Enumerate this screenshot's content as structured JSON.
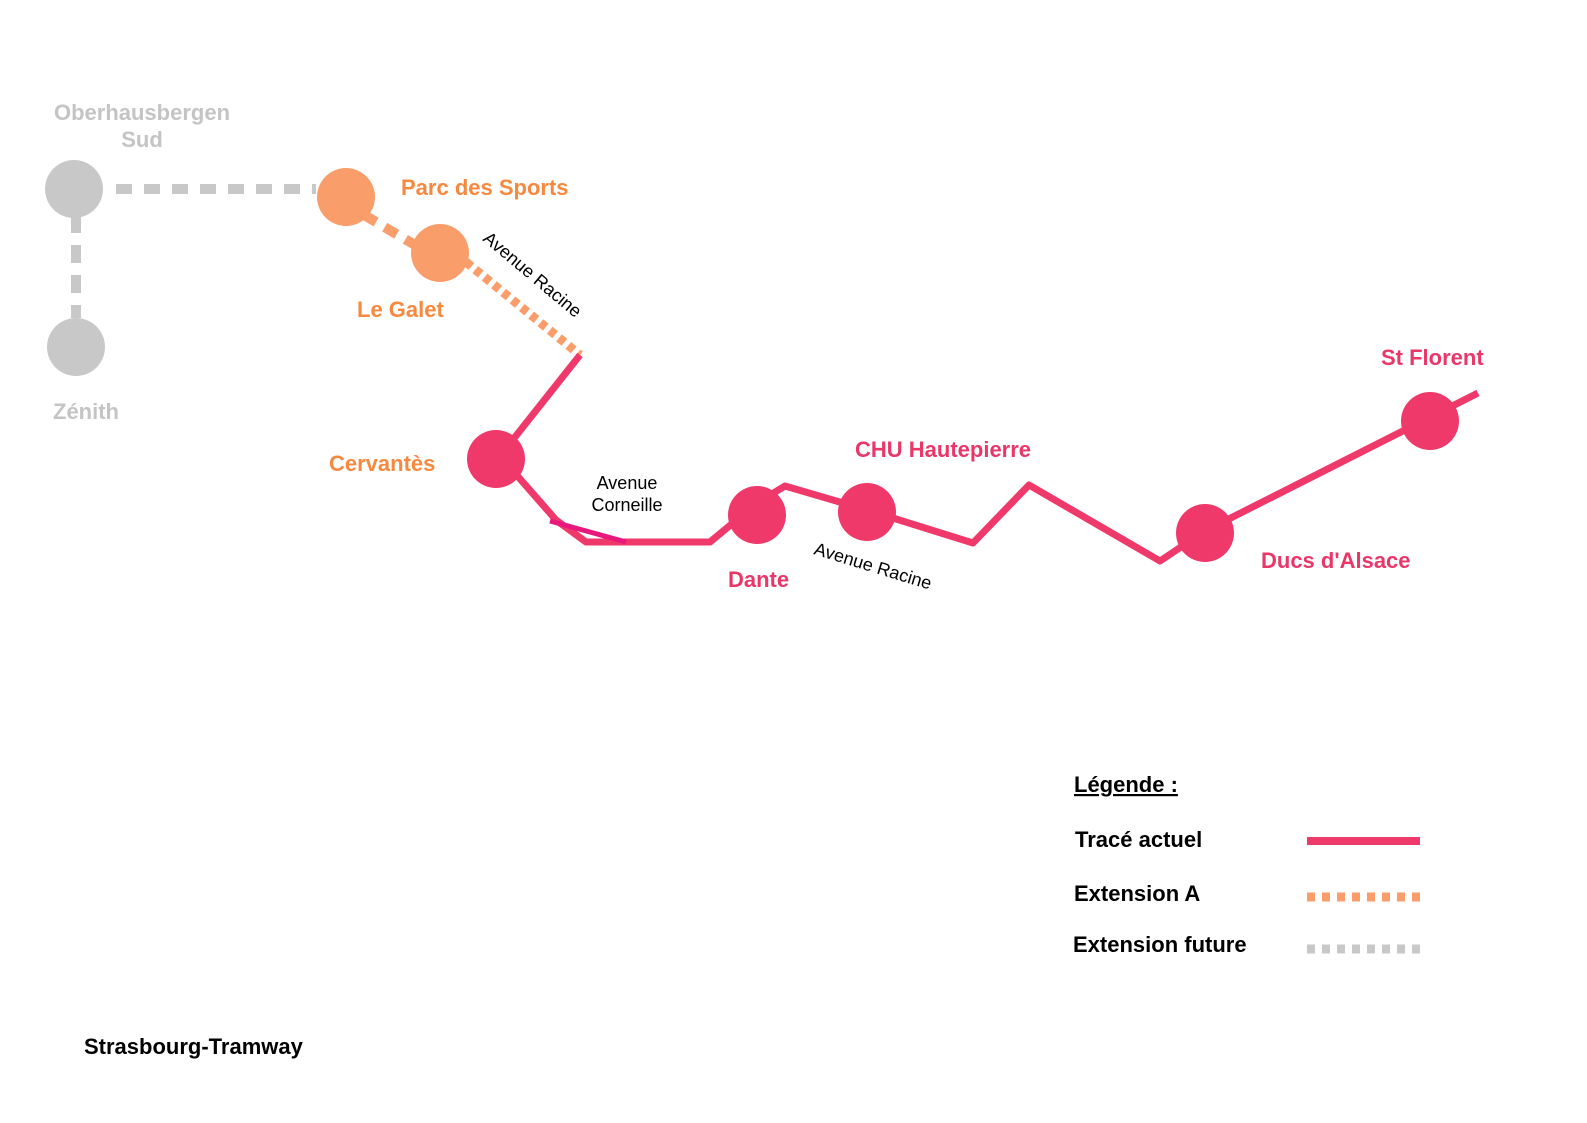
{
  "colors": {
    "current": "#f0396b",
    "extension_a": "#f99e6b",
    "future": "#c8c8c8",
    "label_orange": "#f7893f",
    "label_pink": "#e83768",
    "label_grey": "#c4c4c4"
  },
  "stations": {
    "oberhausbergen_line1": "Oberhausbergen",
    "oberhausbergen_line2": "Sud",
    "zenith": "Zénith",
    "parc_des_sports": "Parc des Sports",
    "le_galet": "Le Galet",
    "cervantes": "Cervantès",
    "dante": "Dante",
    "chu_hautepierre": "CHU Hautepierre",
    "ducs_d_alsace": "Ducs d'Alsace",
    "st_florent": "St Florent"
  },
  "streets": {
    "avenue_racine_north": "Avenue Racine",
    "avenue_corneille_line1": "Avenue",
    "avenue_corneille_line2": "Corneille",
    "avenue_racine_south": "Avenue Racine"
  },
  "legend": {
    "title": "Légende :",
    "current": "Tracé actuel",
    "extension_a": "Extension A",
    "future": "Extension future"
  },
  "credit": "Strasbourg-Tramway"
}
